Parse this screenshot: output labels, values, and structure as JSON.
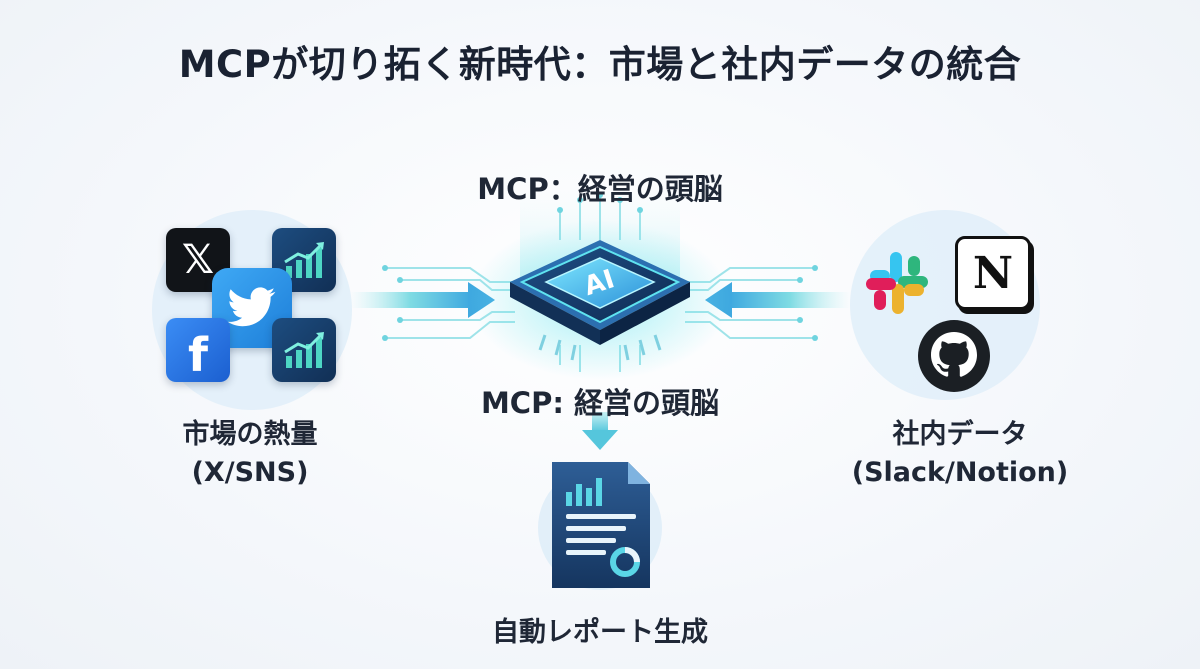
{
  "title": "MCPが切り拓く新時代：市場と社内データの統合",
  "hub": {
    "label_top": "MCP：経営の頭脳",
    "label_bottom": "MCP: 経営の頭脳",
    "chip_text": "AI"
  },
  "left": {
    "label_line1": "市場の熱量",
    "label_line2": "(X/SNS)",
    "icons": [
      "x-icon",
      "twitter-bird-icon",
      "facebook-icon",
      "growth-chart-icon",
      "growth-chart-icon"
    ],
    "x_glyph": "𝕏",
    "facebook_glyph": "f"
  },
  "right": {
    "label_line1": "社内データ",
    "label_line2": "(Slack/Notion)",
    "icons": [
      "slack-icon",
      "notion-icon",
      "github-icon"
    ],
    "notion_glyph": "N"
  },
  "output": {
    "label": "自動レポート生成",
    "icon": "report-document-icon"
  },
  "colors": {
    "accent_cyan": "#3fd6e0",
    "accent_blue": "#2f7fd6",
    "chip_dark": "#16325c",
    "arrow_teal": "#4cc9d8"
  }
}
